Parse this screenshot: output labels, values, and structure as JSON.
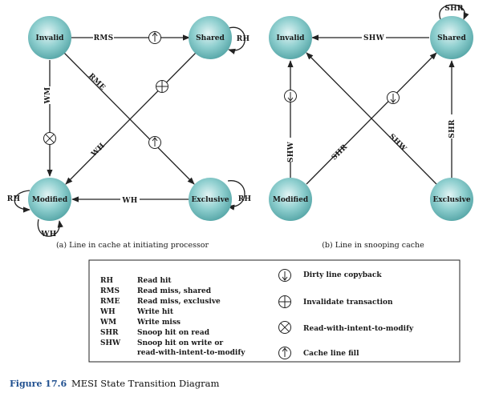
{
  "states": {
    "invalid": "Invalid",
    "shared": "Shared",
    "modified": "Modified",
    "exclusive": "Exclusive"
  },
  "diagram_a": {
    "edge_rms": "RMS",
    "edge_rme": "RME",
    "edge_wm": "WM",
    "edge_wh_diag": "WH",
    "edge_wh_bottom": "WH",
    "loop_rh_shared": "RH",
    "loop_rh_modified": "RH",
    "loop_wh_modified": "WH",
    "loop_rh_exclusive": "RH",
    "caption": "(a) Line in cache at initiating processor"
  },
  "diagram_b": {
    "edge_shw_top": "SHW",
    "edge_shw_left": "SHW",
    "edge_shr_diag": "SHR",
    "edge_shw_diag": "SHW",
    "edge_shr_right": "SHR",
    "loop_shr_shared": "SHR",
    "caption": "(b) Line in snooping cache"
  },
  "legend": {
    "abbreviations": [
      {
        "code": "RH",
        "meaning": "Read hit"
      },
      {
        "code": "RMS",
        "meaning": "Read miss, shared"
      },
      {
        "code": "RME",
        "meaning": "Read miss, exclusive"
      },
      {
        "code": "WH",
        "meaning": "Write hit"
      },
      {
        "code": "WM",
        "meaning": "Write miss"
      },
      {
        "code": "SHR",
        "meaning": "Snoop hit on read"
      },
      {
        "code": "SHW",
        "meaning": "Snoop hit on write or"
      }
    ],
    "shw_continuation": "read-with-intent-to-modify",
    "symbols": [
      {
        "icon": "down-arrow-circle-icon",
        "meaning": "Dirty line copyback"
      },
      {
        "icon": "plus-circle-icon",
        "meaning": "Invalidate transaction"
      },
      {
        "icon": "x-circle-icon",
        "meaning": "Read-with-intent-to-modify"
      },
      {
        "icon": "up-arrow-circle-icon",
        "meaning": "Cache line fill"
      }
    ]
  },
  "figure": {
    "label": "Figure 17.6",
    "title": "MESI State Transition Diagram"
  },
  "colors": {
    "node_fill": "#7fc6c6",
    "node_highlight": "#d4eeee",
    "line": "#222222",
    "figure_label": "#1f4f8f"
  }
}
